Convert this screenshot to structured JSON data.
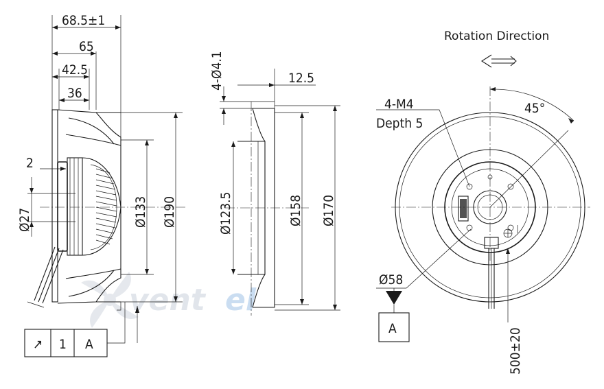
{
  "dimensions": {
    "overall_depth": "68.5±1",
    "depth_65": "65",
    "depth_42_5": "42.5",
    "depth_36": "36",
    "offset_2": "2",
    "hub_dia": "Ø27",
    "inlet_dia": "Ø133",
    "outer_dia": "Ø190",
    "holes": "4-Ø4.1",
    "flange_width": "12.5",
    "nozzle_inner": "Ø123.5",
    "nozzle_mid": "Ø158",
    "nozzle_outer": "Ø170",
    "thread_spec": "4-M4",
    "thread_depth": "Depth 5",
    "angle": "45°",
    "bolt_circle": "Ø58",
    "cable_length": "500±20"
  },
  "rotation": {
    "title": "Rotation Direction"
  },
  "tolerance_frame": {
    "symbol": "↗",
    "value": "1",
    "datum": "A"
  },
  "datum_box": {
    "label": "A"
  },
  "watermark": {
    "text_a": "vent",
    "text_b": "el"
  },
  "colors": {
    "line": "#1a1a1a",
    "watermark_gray": "#c9d1dc",
    "watermark_blue": "#9fc2e6"
  }
}
